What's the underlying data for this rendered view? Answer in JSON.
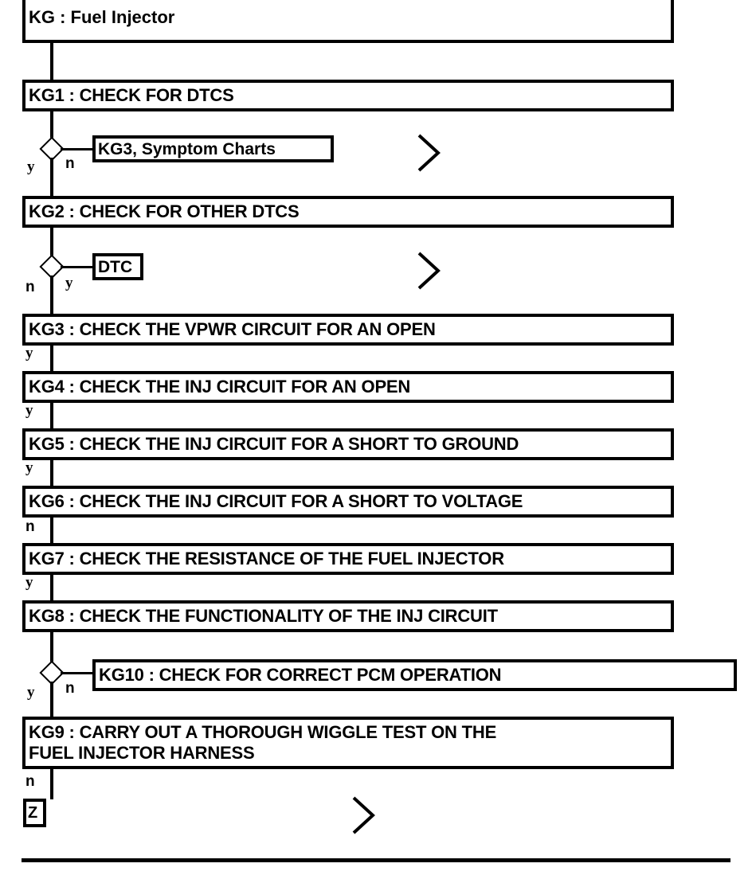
{
  "diagram": {
    "title": "KG : Fuel Injector",
    "type": "diagnostic-flowchart",
    "header": {
      "label": "KG : Fuel Injector"
    },
    "steps": [
      {
        "id": "KG1",
        "label": "KG1 : CHECK FOR DTCS"
      },
      {
        "id": "KG2",
        "label": "KG2 : CHECK FOR OTHER DTCS"
      },
      {
        "id": "KG3",
        "label": "KG3 : CHECK THE VPWR CIRCUIT FOR AN OPEN"
      },
      {
        "id": "KG4",
        "label": "KG4 : CHECK THE INJ CIRCUIT FOR AN OPEN"
      },
      {
        "id": "KG5",
        "label": "KG5 : CHECK THE INJ CIRCUIT FOR A SHORT TO GROUND"
      },
      {
        "id": "KG6",
        "label": "KG6 : CHECK THE INJ CIRCUIT FOR A SHORT TO VOLTAGE"
      },
      {
        "id": "KG7",
        "label": "KG7 : CHECK THE RESISTANCE OF THE FUEL INJECTOR"
      },
      {
        "id": "KG8",
        "label": "KG8 : CHECK THE FUNCTIONALITY OF THE INJ CIRCUIT"
      },
      {
        "id": "KG10",
        "label": "KG10 : CHECK FOR CORRECT PCM OPERATION"
      },
      {
        "id": "KG9",
        "label": "KG9 : CARRY OUT A THOROUGH WIGGLE TEST ON THE\nFUEL INJECTOR HARNESS"
      }
    ],
    "references": [
      {
        "id": "ref-symptom-charts",
        "label": "KG3, Symptom Charts"
      },
      {
        "id": "ref-dtc",
        "label": "DTC"
      },
      {
        "id": "ref-z",
        "label": "Z"
      }
    ],
    "branch_labels": {
      "d1_yes": "y",
      "d1_no": "n",
      "d2_no": "n",
      "d2_yes": "y",
      "kg3_out": "y",
      "kg4_out": "y",
      "kg5_out": "y",
      "kg6_out": "n",
      "kg7_out": "y",
      "d3_yes": "y",
      "d3_no": "n",
      "kg9_out": "n"
    },
    "icons": {
      "offpage_connector": "chevron-right-icon",
      "decision": "diamond-icon"
    },
    "colors": {
      "stroke": "#000000",
      "fill": "#ffffff",
      "background": "#ffffff"
    }
  }
}
